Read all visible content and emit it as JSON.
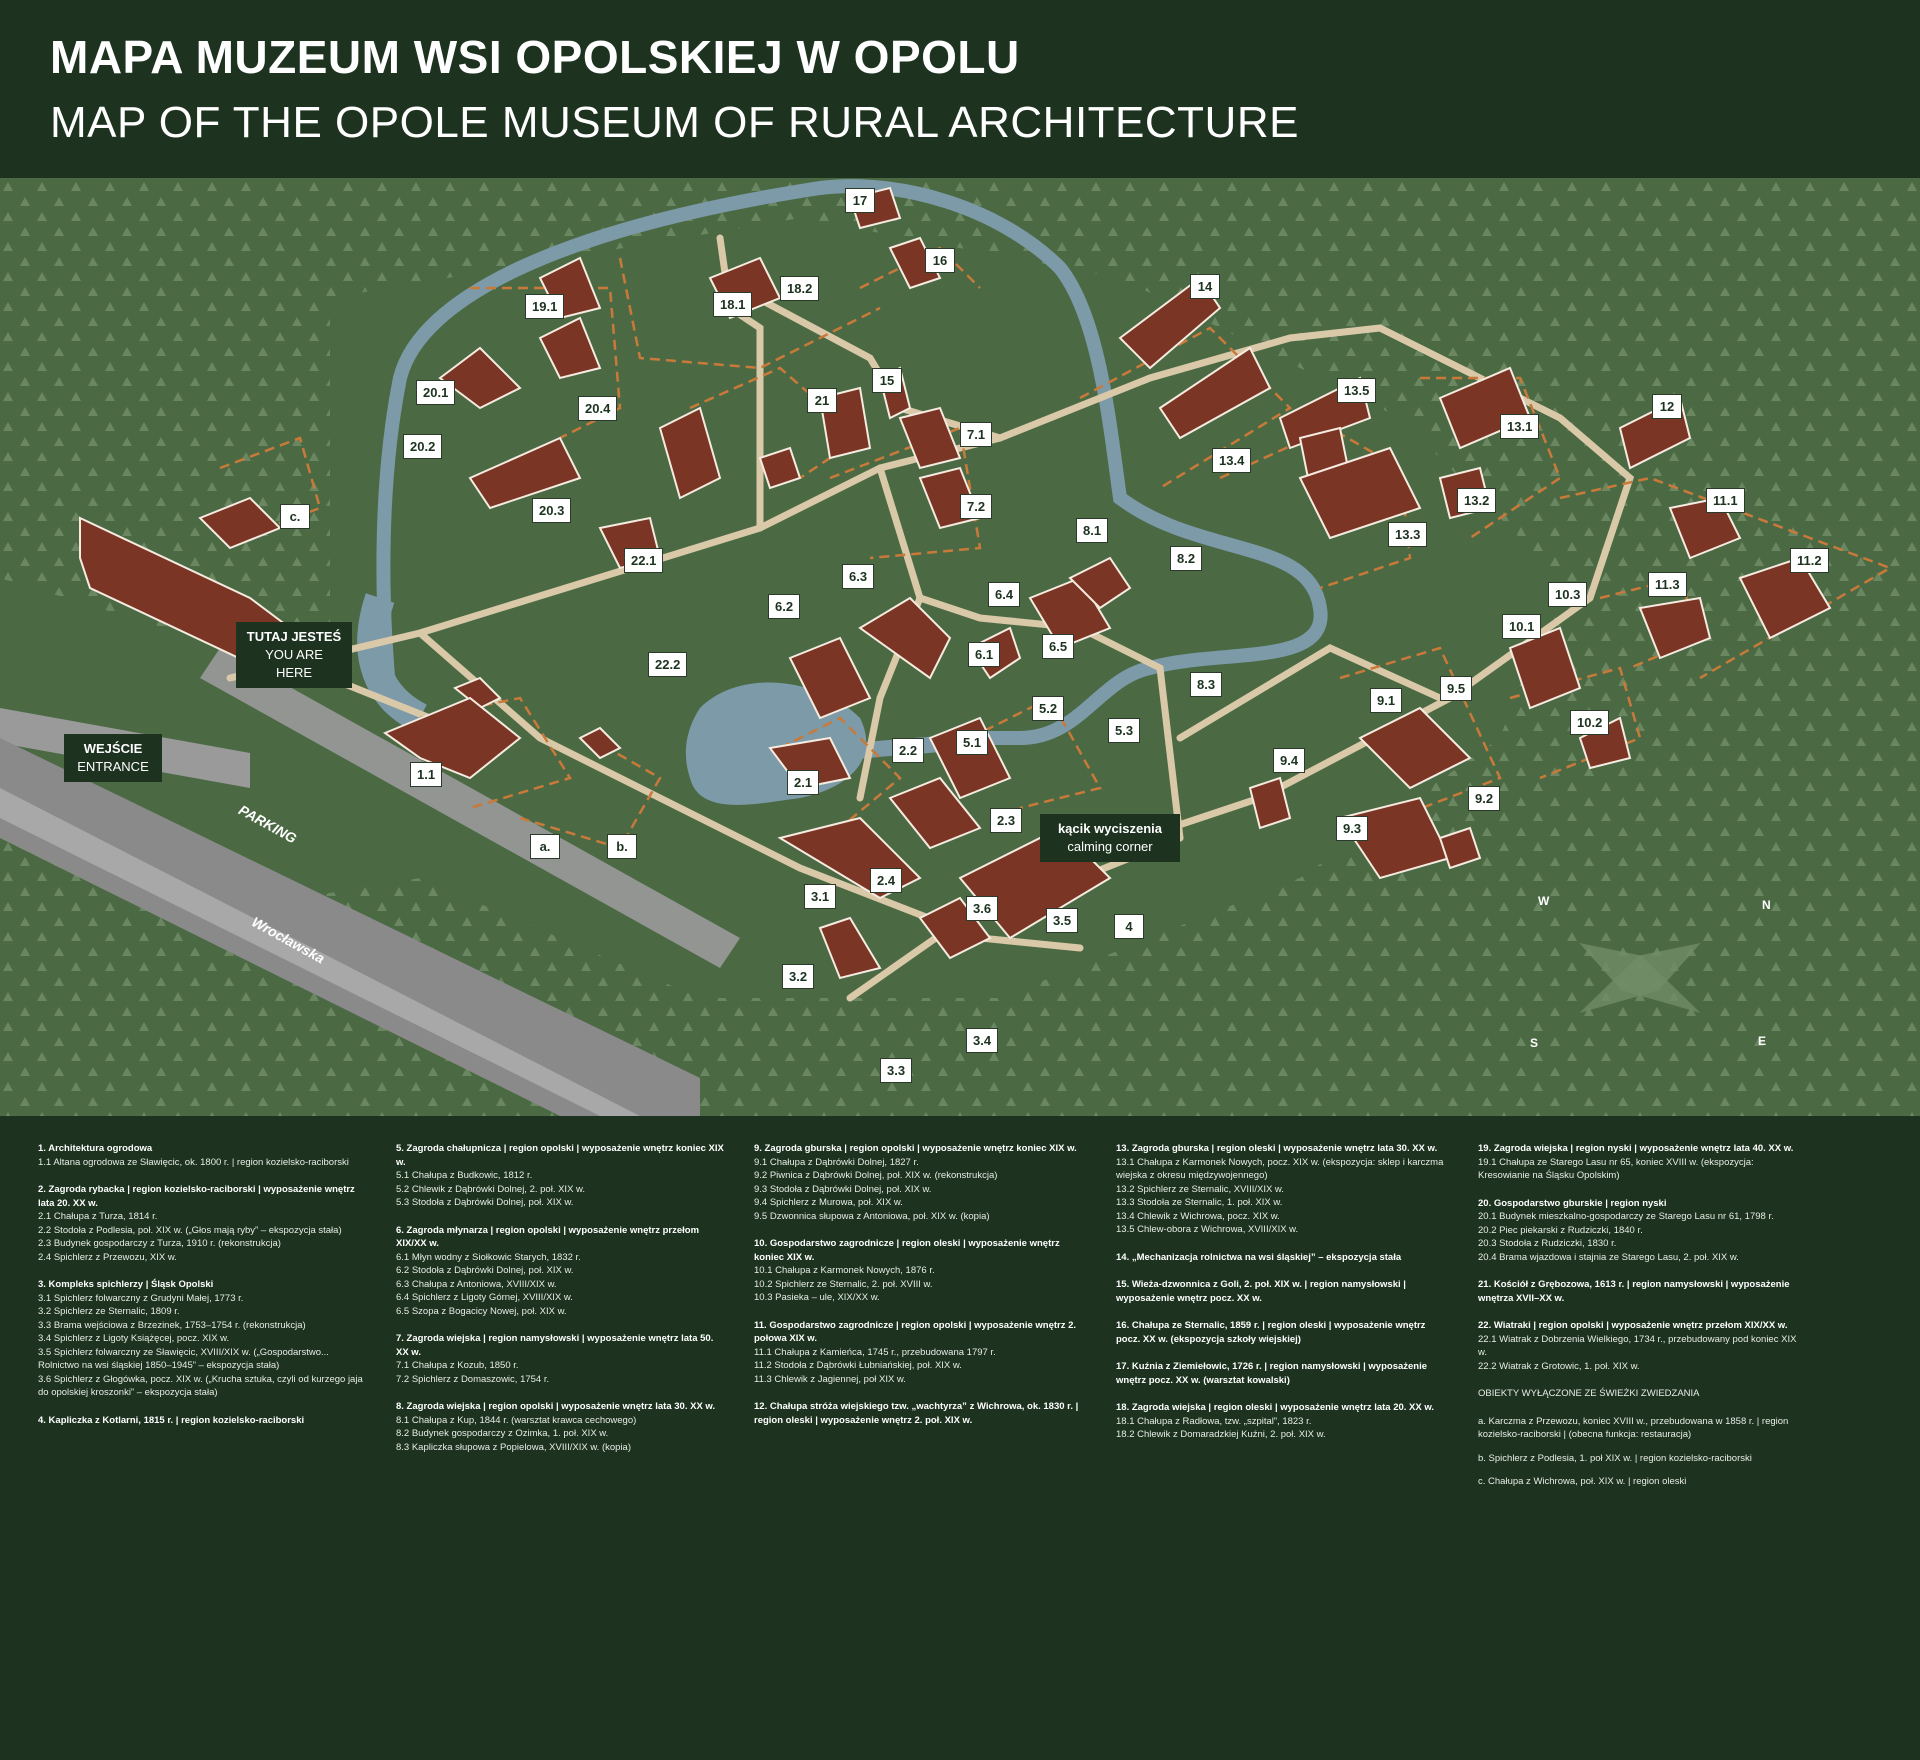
{
  "header": {
    "title_pl": "MAPA MUZEUM WSI OPOLSKIEJ W OPOLU",
    "title_en": "MAP OF THE OPOLE MUSEUM OF RURAL ARCHITECTURE"
  },
  "colors": {
    "background": "#1d3320",
    "map_grass": "#4b6a44",
    "trees": "#6f8c66",
    "path": "#d9c9a8",
    "stream": "#7c9aa8",
    "building_roof": "#7a3524",
    "dashed_boundary": "#c97a3a"
  },
  "map": {
    "tags": {
      "here_pl": "TUTAJ JESTEŚ",
      "here_en": "YOU ARE HERE",
      "entrance_pl": "WEJŚCIE",
      "entrance_en": "ENTRANCE",
      "calm_pl": "kącik wyciszenia",
      "calm_en": "calming corner"
    },
    "road_labels": {
      "parking": "PARKING",
      "street": "Wrocławska"
    },
    "compass": {
      "n": "N",
      "s": "S",
      "e": "E",
      "w": "W"
    },
    "labels": {
      "l17": "17",
      "l16": "16",
      "l14": "14",
      "l19_1": "19.1",
      "l18_1": "18.1",
      "l18_2": "18.2",
      "l15": "15",
      "l20_1": "20.1",
      "l20_4": "20.4",
      "l21": "21",
      "l20_2": "20.2",
      "l7_1": "7.1",
      "l13_5": "13.5",
      "l13_1": "13.1",
      "l12": "12",
      "l13_4": "13.4",
      "l20_3": "20.3",
      "l7_2": "7.2",
      "l13_2": "13.2",
      "l13_3": "13.3",
      "lc": "c.",
      "l22_1": "22.1",
      "l8_1": "8.1",
      "l11_1": "11.1",
      "l8_2": "8.2",
      "l11_2": "11.2",
      "l6_3": "6.3",
      "l6_4": "6.4",
      "l10_3": "10.3",
      "l11_3": "11.3",
      "l6_2": "6.2",
      "l22_2": "22.2",
      "l6_1": "6.1",
      "l6_5": "6.5",
      "l10_1": "10.1",
      "l8_3": "8.3",
      "l9_1": "9.1",
      "l9_5": "9.5",
      "l5_2": "5.2",
      "l5_3": "5.3",
      "l10_2": "10.2",
      "l1_1": "1.1",
      "l5_1": "5.1",
      "l2_2": "2.2",
      "l2_1": "2.1",
      "l9_4": "9.4",
      "l9_2": "9.2",
      "l2_3": "2.3",
      "l9_3": "9.3",
      "la": "a.",
      "lb": "b.",
      "l2_4": "2.4",
      "l3_1": "3.1",
      "l3_6": "3.6",
      "l3_5": "3.5",
      "l4": "4",
      "l3_2": "3.2",
      "l3_4": "3.4",
      "l3_3": "3.3"
    }
  },
  "legend": {
    "c1": [
      {
        "t": "1. Architektura ogrodowa",
        "items": [
          "1.1 Altana ogrodowa ze Sławięcic, ok. 1800 r. | region kozielsko-raciborski"
        ]
      },
      {
        "t": "2. Zagroda rybacka | region kozielsko-raciborski | wyposażenie wnętrz lata 20. XX w.",
        "items": [
          "2.1 Chałupa z Turza, 1814 r.",
          "2.2 Stodoła z Podlesia, poł. XIX w. („Głos mają ryby” – ekspozycja stała)",
          "2.3 Budynek gospodarczy z Turza, 1910 r. (rekonstrukcja)",
          "2.4 Spichlerz z Przewozu, XIX w."
        ]
      },
      {
        "t": "3. Kompleks spichlerzy | Śląsk Opolski",
        "items": [
          "3.1 Spichlerz folwarczny z Grudyni Małej, 1773 r.",
          "3.2 Spichlerz ze Sternalic, 1809 r.",
          "3.3 Brama wejściowa z Brzezinek, 1753–1754 r. (rekonstrukcja)",
          "3.4 Spichlerz z Ligoty Książęcej, pocz. XIX w.",
          "3.5 Spichlerz folwarczny ze Sławięcic, XVIII/XIX w. („Gospodarstwo... Rolnictwo na wsi śląskiej 1850–1945” – ekspozycja stała)",
          "3.6 Spichlerz z Głogówka, pocz. XIX w. („Krucha sztuka, czyli od kurzego jaja do opolskiej kroszonki” – ekspozycja stała)"
        ]
      },
      {
        "t": "4. Kapliczka z Kotlarni, 1815 r. | region kozielsko-raciborski",
        "items": []
      }
    ],
    "c2": [
      {
        "t": "5. Zagroda chałupnicza | region opolski | wyposażenie wnętrz koniec XIX w.",
        "items": [
          "5.1 Chałupa z Budkowic, 1812 r.",
          "5.2 Chlewik z Dąbrówki Dolnej, 2. poł. XIX w.",
          "5.3 Stodoła z Dąbrówki Dolnej, poł. XIX w."
        ]
      },
      {
        "t": "6. Zagroda młynarza | region opolski | wyposażenie wnętrz przełom XIX/XX w.",
        "items": [
          "6.1 Młyn wodny z Siołkowic Starych, 1832 r.",
          "6.2 Stodoła z Dąbrówki Dolnej, poł. XIX w.",
          "6.3 Chałupa z Antoniowa, XVIII/XIX w.",
          "6.4 Spichlerz z Ligoty Górnej, XVIII/XIX w.",
          "6.5 Szopa z Bogacicy Nowej, poł. XIX w."
        ]
      },
      {
        "t": "7. Zagroda wiejska | region namysłowski | wyposażenie wnętrz lata 50. XX w.",
        "items": [
          "7.1 Chałupa z Kozub, 1850 r.",
          "7.2 Spichlerz z Domaszowic, 1754 r."
        ]
      },
      {
        "t": "8. Zagroda wiejska | region opolski | wyposażenie wnętrz lata 30. XX w.",
        "items": [
          "8.1 Chałupa z Kup, 1844 r. (warsztat krawca cechowego)",
          "8.2 Budynek gospodarczy z Ozimka, 1. poł. XIX w.",
          "8.3 Kapliczka słupowa z Popielowa, XVIII/XIX w. (kopia)"
        ]
      }
    ],
    "c3": [
      {
        "t": "9. Zagroda gburska | region opolski | wyposażenie wnętrz koniec XIX w.",
        "items": [
          "9.1 Chałupa z Dąbrówki Dolnej, 1827 r.",
          "9.2 Piwnica z Dąbrówki Dolnej, poł. XIX w. (rekonstrukcja)",
          "9.3 Stodoła z Dąbrówki Dolnej, poł. XIX w.",
          "9.4 Spichlerz z Murowa, poł. XIX w.",
          "9.5 Dzwonnica słupowa z Antoniowa, poł. XIX w. (kopia)"
        ]
      },
      {
        "t": "10. Gospodarstwo zagrodnicze | region oleski | wyposażenie wnętrz koniec XIX w.",
        "items": [
          "10.1 Chałupa z Karmonek Nowych, 1876 r.",
          "10.2 Spichlerz ze Sternalic, 2. poł. XVIII w.",
          "10.3 Pasieka – ule, XIX/XX w."
        ]
      },
      {
        "t": "11. Gospodarstwo zagrodnicze | region opolski | wyposażenie wnętrz 2. połowa XIX w.",
        "items": [
          "11.1 Chałupa z Kamieńca, 1745 r., przebudowana 1797 r.",
          "11.2 Stodoła z Dąbrówki Łubniańskiej, poł. XIX w.",
          "11.3 Chlewik z Jagiennej, poł XIX w."
        ]
      },
      {
        "t": "12. Chałupa stróża wiejskiego tzw. „wachtyrza” z Wichrowa, ok. 1830 r. | region oleski | wyposażenie wnętrz 2. poł. XIX w.",
        "items": []
      }
    ],
    "c4": [
      {
        "t": "13. Zagroda gburska | region oleski | wyposażenie wnętrz lata 30. XX w.",
        "items": [
          "13.1 Chałupa z Karmonek Nowych, pocz. XIX w. (ekspozycja: sklep i karczma wiejska z okresu międzywojennego)",
          "13.2 Spichlerz ze Sternalic, XVIII/XIX w.",
          "13.3 Stodoła ze Sternalic, 1. poł. XIX w.",
          "13.4 Chlewik z Wichrowa, pocz. XIX w.",
          "13.5 Chlew-obora z Wichrowa, XVIII/XIX w."
        ]
      },
      {
        "t": "14. „Mechanizacja rolnictwa na wsi śląskiej” – ekspozycja stała",
        "items": []
      },
      {
        "t": "15. Wieża-dzwonnica z Goli, 2. poł. XIX w. | region namysłowski | wyposażenie wnętrz pocz. XX w.",
        "items": []
      },
      {
        "t": "16. Chałupa ze Sternalic, 1859 r. | region oleski | wyposażenie wnętrz pocz. XX w. (ekspozycja szkoły wiejskiej)",
        "items": []
      },
      {
        "t": "17. Kuźnia z Ziemiełowic, 1726 r. | region namysłowski | wyposażenie wnętrz pocz. XX w. (warsztat kowalski)",
        "items": []
      },
      {
        "t": "18. Zagroda wiejska | region oleski | wyposażenie wnętrz lata 20. XX w.",
        "items": [
          "18.1 Chałupa z Radłowa, tzw. „szpital”, 1823 r.",
          "18.2 Chlewik z Domaradzkiej Kuźni, 2. poł. XIX w."
        ]
      }
    ],
    "c5": [
      {
        "t": "19. Zagroda wiejska | region nyski | wyposażenie wnętrz lata 40. XX w.",
        "items": [
          "19.1 Chałupa ze Starego Lasu nr 65, koniec XVIII w. (ekspozycja: Kresowianie na Śląsku Opolskim)"
        ]
      },
      {
        "t": "20. Gospodarstwo gburskie | region nyski",
        "items": [
          "20.1 Budynek mieszkalno-gospodarczy ze Starego Lasu nr 61, 1798 r.",
          "20.2 Piec piekarski z Rudziczki, 1840 r.",
          "20.3 Stodoła z Rudziczki, 1830 r.",
          "20.4 Brama wjazdowa i stajnia ze Starego Lasu, 2. poł. XIX w."
        ]
      },
      {
        "t": "21. Kościół z Grębozowa, 1613 r. | region namysłowski | wyposażenie wnętrza XVII–XX w.",
        "items": []
      },
      {
        "t": "22. Wiatraki | region opolski | wyposażenie wnętrz przełom XIX/XX w.",
        "items": [
          "22.1 Wiatrak z Dobrzenia Wielkiego, 1734 r., przebudowany pod koniec XIX w.",
          "22.2 Wiatrak z Grotowic, 1. poł. XIX w."
        ]
      }
    ],
    "excluded_title": "OBIEKTY WYŁĄCZONE ZE ŚWIEŻKI ZWIEDZANIA",
    "excluded": [
      "a. Karczma z Przewozu, koniec XVIII w., przebudowana w 1858 r. | region kozielsko-raciborski | (obecna funkcja: restauracja)",
      "b. Spichlerz z Podlesia, 1. poł XIX w. | region kozielsko-raciborski",
      "c. Chałupa z Wichrowa, poł. XIX w. | region oleski"
    ]
  }
}
